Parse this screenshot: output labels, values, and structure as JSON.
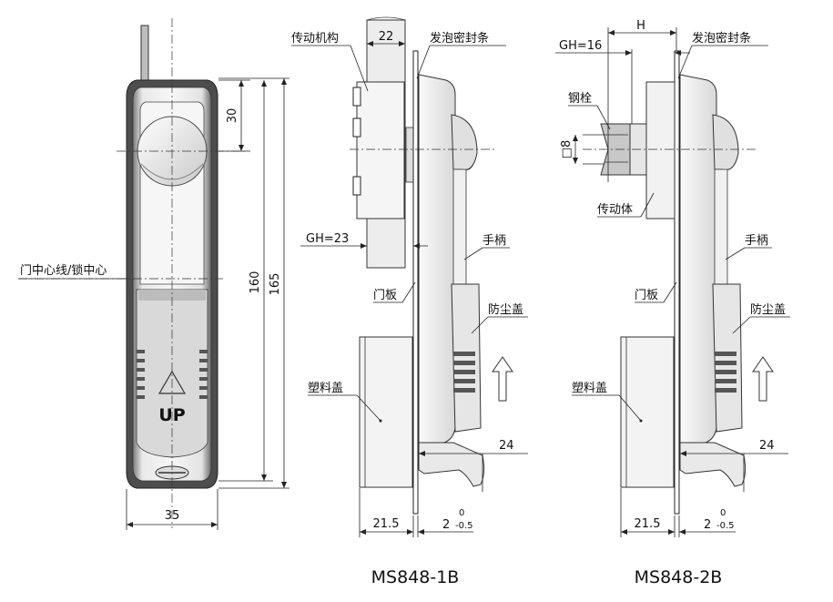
{
  "front_view": {
    "dim_30": "30",
    "dim_160": "160",
    "dim_165": "165",
    "dim_35": "35",
    "door_center_label": "门中心线/锁中心",
    "up_text": "UP"
  },
  "side_1b": {
    "label_mechanism": "传动机构",
    "label_foam_seal": "发泡密封条",
    "label_handle": "手柄",
    "label_door_panel": "门板",
    "label_dust_cover": "防尘盖",
    "label_plastic_cover": "塑料盖",
    "dim_22": "22",
    "dim_gh": "GH=23",
    "dim_24": "24",
    "dim_21_5": "21.5",
    "dim_2": "2",
    "tol_upper": "0",
    "tol_lower": "-0.5",
    "model": "MS848-1B"
  },
  "side_2b": {
    "label_foam_seal": "发泡密封条",
    "label_bolt": "钢栓",
    "label_drive_body": "传动体",
    "label_handle": "手柄",
    "label_door_panel": "门板",
    "label_dust_cover": "防尘盖",
    "label_plastic_cover": "塑料盖",
    "dim_h": "H",
    "dim_gh": "GH=16",
    "dim_square": "□8",
    "dim_24": "24",
    "dim_21_5": "21.5",
    "dim_2": "2",
    "tol_upper": "0",
    "tol_lower": "-0.5",
    "model": "MS848-2B"
  }
}
